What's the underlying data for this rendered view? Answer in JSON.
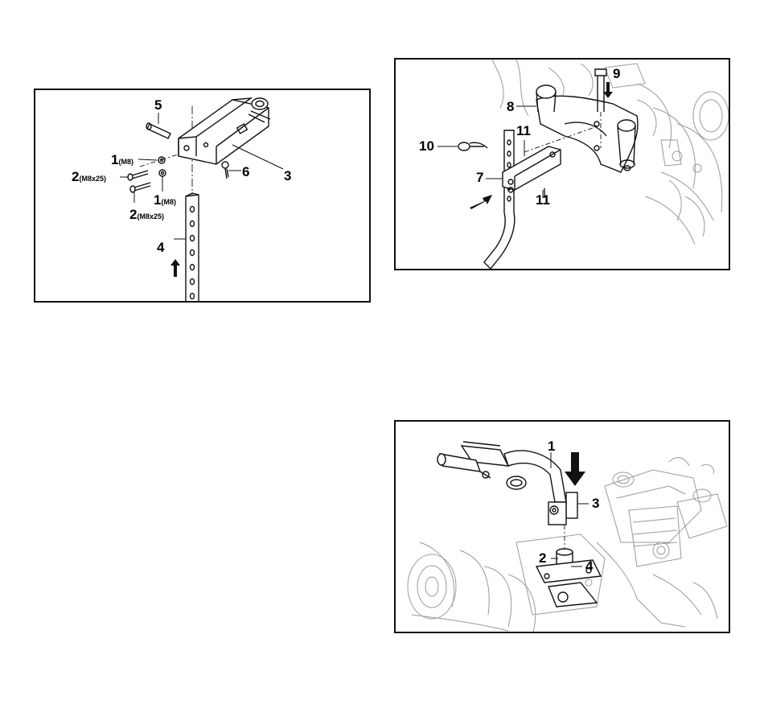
{
  "figures": {
    "fig1": {
      "callouts": {
        "c5": "5",
        "c1a_num": "1",
        "c1a_sub": "(M8)",
        "c2a_num": "2",
        "c2a_sub": "(M8x25)",
        "c6": "6",
        "c3": "3",
        "c1b_num": "1",
        "c1b_sub": "(M8)",
        "c2b_num": "2",
        "c2b_sub": "(M8x25)",
        "c4": "4"
      }
    },
    "fig2": {
      "callouts": {
        "c9": "9",
        "c8": "8",
        "c11a": "11",
        "c10": "10",
        "c7": "7",
        "c11b": "11"
      }
    },
    "fig3": {
      "callouts": {
        "c1": "1",
        "c3": "3",
        "c2": "2",
        "c4": "4"
      }
    }
  },
  "colors": {
    "line": "#111111",
    "faint": "#9a9a9a",
    "background": "#ffffff"
  },
  "icons": [
    "arrow-up-icon",
    "arrow-down-icon",
    "arrow-right-icon",
    "spring-pin-icon",
    "bolt-icon",
    "washer-icon",
    "nut-icon"
  ]
}
